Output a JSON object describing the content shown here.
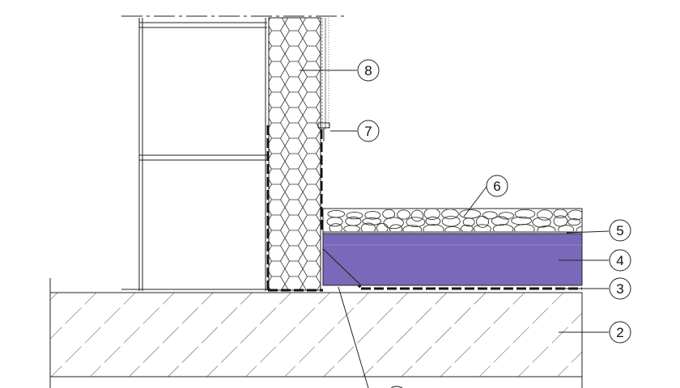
{
  "colors": {
    "line": "#1a1a1a",
    "insulation_fill": "#7a68b8",
    "background": "#ffffff"
  },
  "callouts": [
    {
      "id": "c8",
      "number": "8"
    },
    {
      "id": "c7",
      "number": "7"
    },
    {
      "id": "c6",
      "number": "6"
    },
    {
      "id": "c5",
      "number": "5"
    },
    {
      "id": "c4",
      "number": "4"
    },
    {
      "id": "c3",
      "number": "3"
    },
    {
      "id": "c2",
      "number": "2"
    }
  ]
}
